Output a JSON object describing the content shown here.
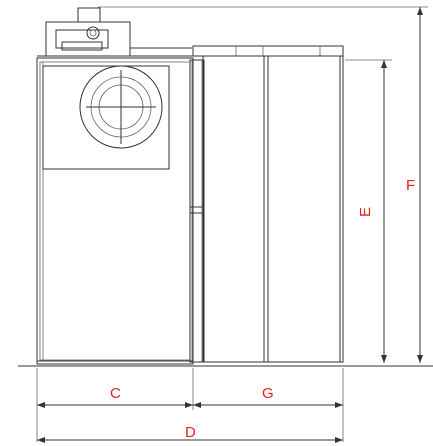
{
  "dimensions": {
    "C": "C",
    "G": "G",
    "D": "D",
    "E": "E",
    "F": "F"
  },
  "colors": {
    "label": "#e0201c",
    "line": "#333333"
  }
}
